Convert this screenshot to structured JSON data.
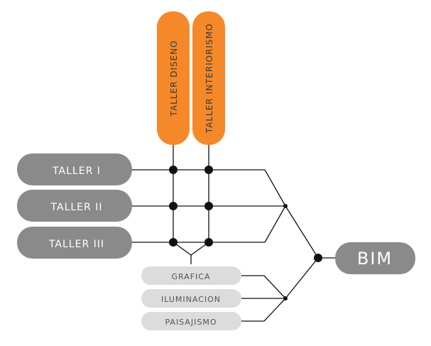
{
  "taller_vertical": [
    {
      "label": "TALLER DISENO"
    },
    {
      "label": "TALLER INTERIORISMO"
    }
  ],
  "taller_horizontal": [
    {
      "label": "TALLER I"
    },
    {
      "label": "TALLER II"
    },
    {
      "label": "TALLER III"
    }
  ],
  "modules": [
    {
      "label": "GRAFICA"
    },
    {
      "label": "ILUMINACION"
    },
    {
      "label": "PAISAJISMO"
    }
  ],
  "target": {
    "label": "BIM"
  },
  "colors": {
    "orange": "#F5892A",
    "dark_gray": "#8A8A8A",
    "light_gray": "#DCDCDC",
    "line": "#111111",
    "pill_text_light": "#ffffff",
    "pill_text_dark": "#3a3a3a",
    "module_text": "#555555"
  }
}
